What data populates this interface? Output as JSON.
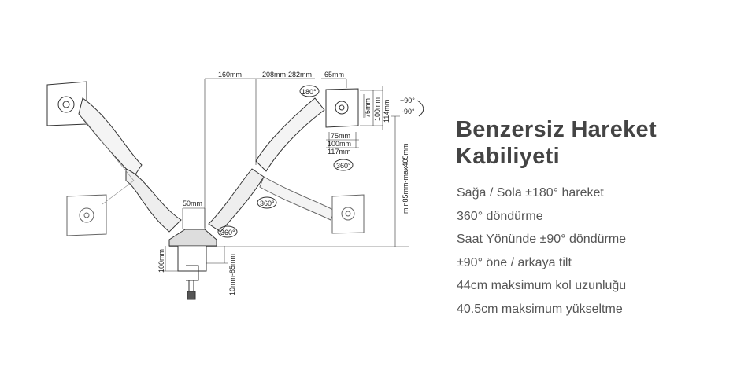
{
  "heading": {
    "line1": "Benzersiz Hareket",
    "line2": "Kabiliyeti"
  },
  "features": [
    "Sağa / Sola ±180° hareket",
    "360° döndürme",
    "Saat Yönünde ±90° döndürme",
    "±90° öne / arkaya tilt",
    "44cm maksimum kol uzunluğu",
    "40.5cm maksimum yükseltme"
  ],
  "dimensions": {
    "d160": "160mm",
    "reach": "208mm-282mm",
    "d65": "65mm",
    "rot180": "180°",
    "v75": "75mm",
    "v100": "100mm",
    "v114": "114mm",
    "h75": "75mm",
    "h100": "100mm",
    "h117": "117mm",
    "tilt_up": "+90°",
    "tilt_down": "-90°",
    "rot360_a": "360°",
    "rot360_b": "360°",
    "rot360_c": "360°",
    "height": "min85mm-max405mm",
    "d50": "50mm",
    "clamp_h": "100mm",
    "desk": "10mm-85mm"
  }
}
